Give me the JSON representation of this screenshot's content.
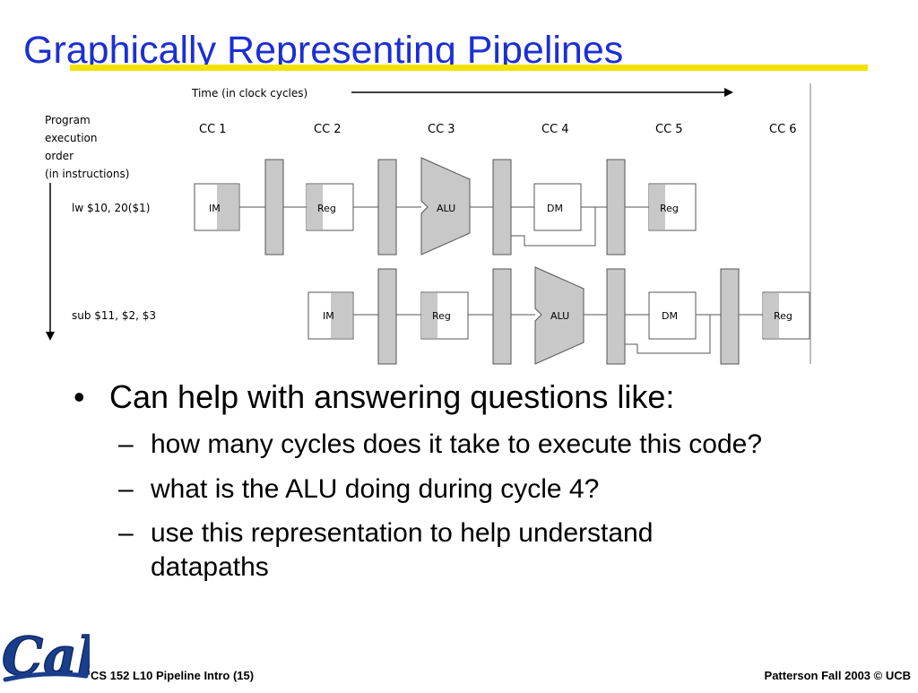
{
  "slide": {
    "title": "Graphically Representing Pipelines"
  },
  "diagram": {
    "time_label": "Time (in clock cycles)",
    "order_label": [
      "Program",
      "execution",
      "order",
      "(in instructions)"
    ],
    "cycles": [
      "CC 1",
      "CC 2",
      "CC 3",
      "CC 4",
      "CC 5",
      "CC 6"
    ],
    "instructions": [
      {
        "text": "lw $10, 20($1)",
        "stages": [
          "IM",
          "Reg",
          "ALU",
          "DM",
          "Reg"
        ]
      },
      {
        "text": "sub $11, $2, $3",
        "stages": [
          "IM",
          "Reg",
          "ALU",
          "DM",
          "Reg"
        ]
      }
    ]
  },
  "bullets": {
    "main": "Can help with answering questions like:",
    "main_mark": "•",
    "sub_mark": "–",
    "subs": [
      "how many cycles does it take to execute this code?",
      "what is the ALU doing during cycle 4?",
      "use this representation to help understand datapaths"
    ]
  },
  "footer": {
    "left": "CS 152 L10 Pipeline Intro (15)",
    "right": "Patterson Fall 2003 © UCB"
  },
  "logo": {
    "text": "Cal",
    "color": "#1a3e8c",
    "icon": "cal-logo-icon"
  },
  "colors": {
    "title": "#1c2fd2",
    "underline": "#f2e200",
    "stage_shade": "#c8c8c8"
  }
}
